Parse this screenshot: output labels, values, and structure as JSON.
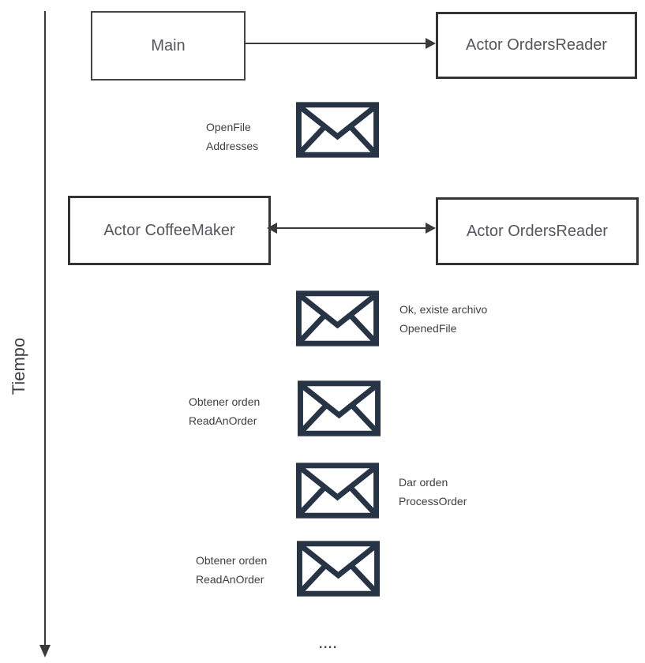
{
  "diagram": {
    "timeline": {
      "label": "Tiempo"
    },
    "nodes": [
      {
        "label": "Main"
      },
      {
        "label": "Actor OrdersReader"
      },
      {
        "label": "Actor CoffeeMaker"
      },
      {
        "label": "Actor OrdersReader"
      }
    ],
    "messages": [
      {
        "line1": "OpenFile",
        "line2": "Addresses",
        "label_side": "left"
      },
      {
        "line1": "Ok, existe archivo",
        "line2": "OpenedFile",
        "label_side": "right"
      },
      {
        "line1": "Obtener orden",
        "line2": "ReadAnOrder",
        "label_side": "left"
      },
      {
        "line1": "Dar orden",
        "line2": "ProcessOrder",
        "label_side": "right"
      },
      {
        "line1": "Obtener orden",
        "line2": "ReadAnOrder",
        "label_side": "left"
      }
    ],
    "ellipsis": "....",
    "colors": {
      "envelope": "#263445",
      "box_border": "#323437",
      "box_text": "#54565b",
      "label_text": "#3d3f42",
      "arrow": "#3a3a3a"
    }
  }
}
